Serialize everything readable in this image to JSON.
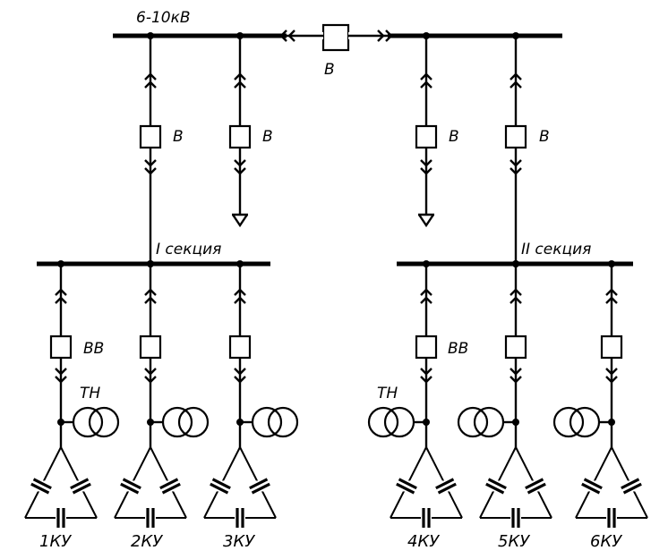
{
  "main_bus": {
    "label": "6-10кВ",
    "breaker_label": "В"
  },
  "feeders": {
    "breaker_label": "В",
    "items": [
      {
        "type": "section-feed"
      },
      {
        "type": "outgoing-load"
      },
      {
        "type": "outgoing-load"
      },
      {
        "type": "section-feed"
      }
    ]
  },
  "sections": [
    {
      "label": "I секция"
    },
    {
      "label": "II секция"
    }
  ],
  "branches": [
    {
      "label": "1КУ",
      "breaker_label": "ВВ",
      "vt_label": "ТН"
    },
    {
      "label": "2КУ"
    },
    {
      "label": "3КУ"
    },
    {
      "label": "4КУ",
      "breaker_label": "ВВ",
      "vt_label": "ТН"
    },
    {
      "label": "5КУ"
    },
    {
      "label": "6КУ"
    }
  ]
}
